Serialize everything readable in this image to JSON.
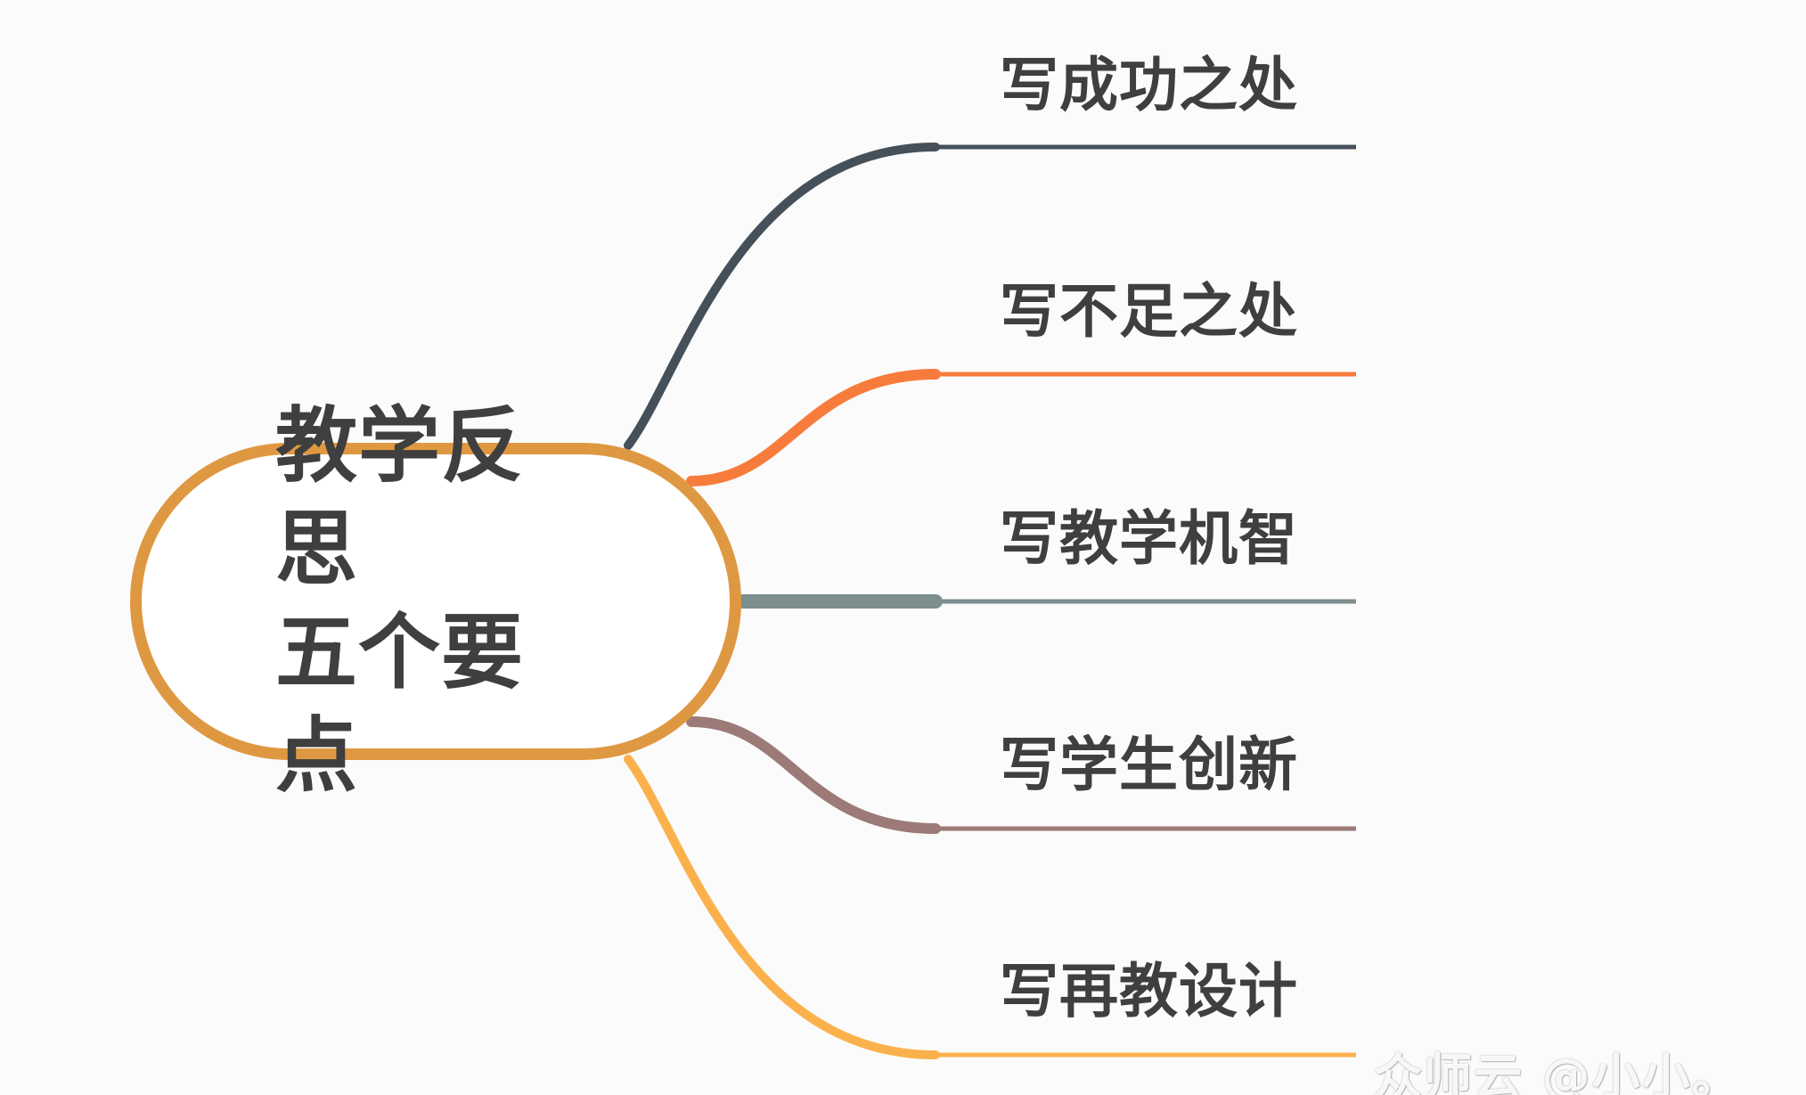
{
  "center": {
    "line1": "教学反思",
    "line2": "五个要点",
    "border_color": "#df9842"
  },
  "branches": [
    {
      "label": "写成功之处",
      "color": "#45505a"
    },
    {
      "label": "写不足之处",
      "color": "#f77c3c"
    },
    {
      "label": "写教学机智",
      "color": "#7c8f8e"
    },
    {
      "label": "写学生创新",
      "color": "#9c7a78"
    },
    {
      "label": "写再教设计",
      "color": "#fbb14b"
    }
  ],
  "watermark": "众师云 @小小。"
}
